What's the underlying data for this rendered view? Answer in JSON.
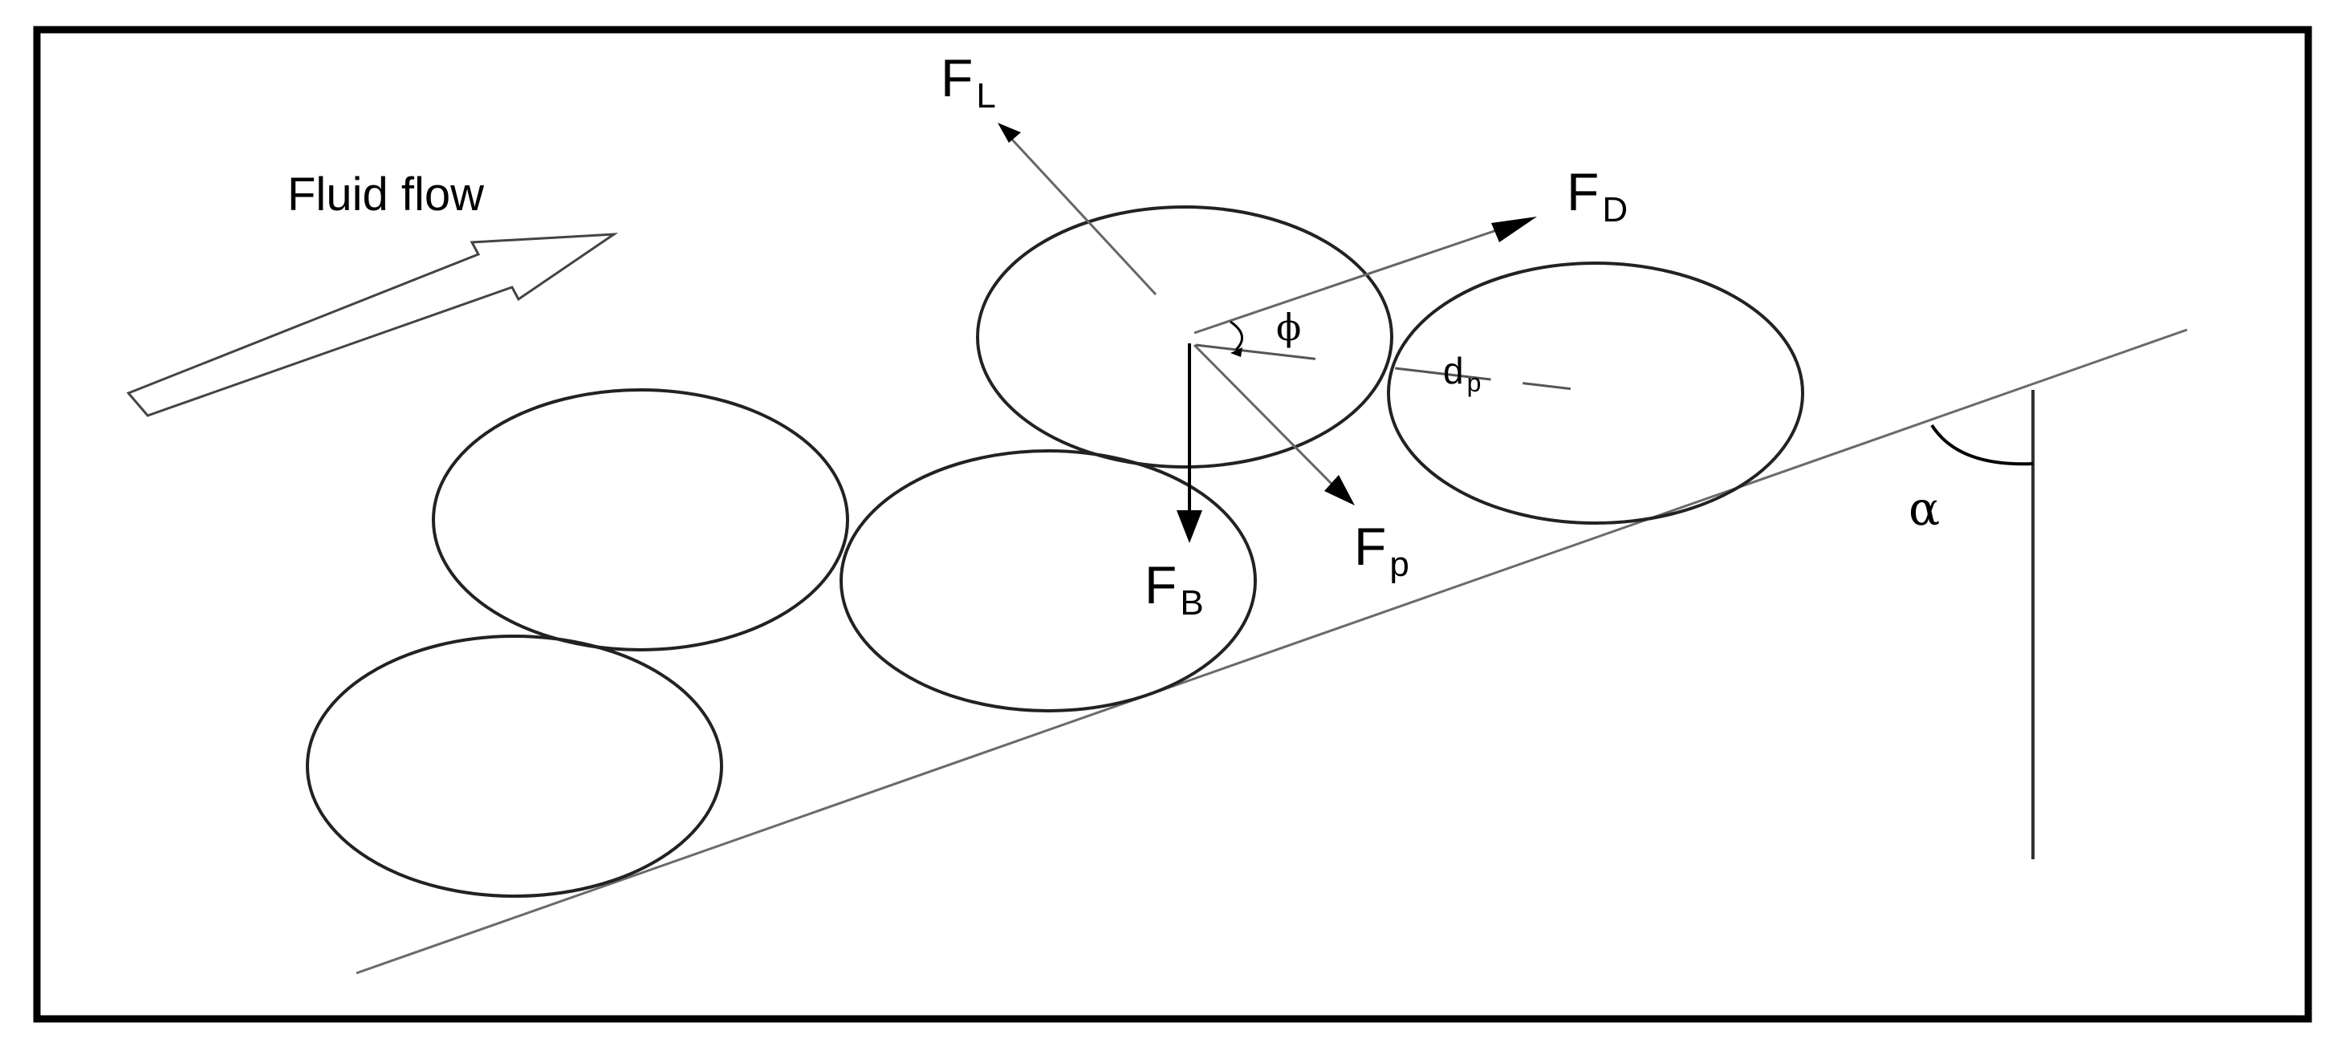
{
  "labels": {
    "fluid_flow": "Fluid flow",
    "lift_force": {
      "main": "F",
      "sub": "L"
    },
    "drag_force": {
      "main": "F",
      "sub": "D"
    },
    "buoyancy_force": {
      "main": "F",
      "sub": "B"
    },
    "pressure_force": {
      "main": "F",
      "sub": "p"
    },
    "particle_diameter": {
      "main": "d",
      "sub": "p"
    },
    "phi": "ϕ",
    "alpha": "α"
  },
  "colors": {
    "stroke": "#000000",
    "incline": "#555555",
    "force_lines": "#666666",
    "background": "#ffffff"
  }
}
